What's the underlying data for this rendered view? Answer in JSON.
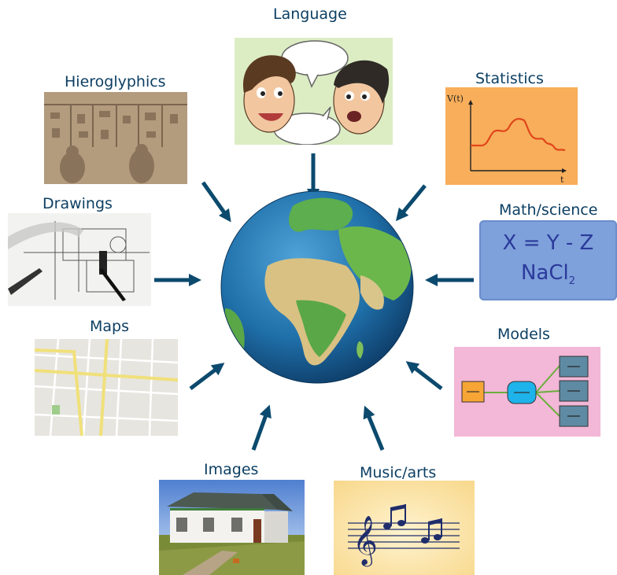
{
  "labels": {
    "language": "Language",
    "hieroglyphics": "Hieroglyphics",
    "statistics": "Statistics",
    "drawings": "Drawings",
    "math_science": "Math/science",
    "maps": "Maps",
    "models": "Models",
    "images": "Images",
    "music_arts": "Music/arts"
  },
  "statistics_panel": {
    "y_axis_label": "V(t)",
    "x_axis_label": "t"
  },
  "math_panel": {
    "equation": "X = Y - Z",
    "formula_base": "NaCl",
    "formula_subscript": "2"
  },
  "colors": {
    "label_text": "#0c3f63",
    "arrow": "#0c4a6e",
    "statistics_bg": "#f8ae5a",
    "math_bg": "#7ea0db",
    "models_bg": "#f3b7d7",
    "music_bg": "#fbe2a4",
    "language_bg": "#dcedc4"
  }
}
